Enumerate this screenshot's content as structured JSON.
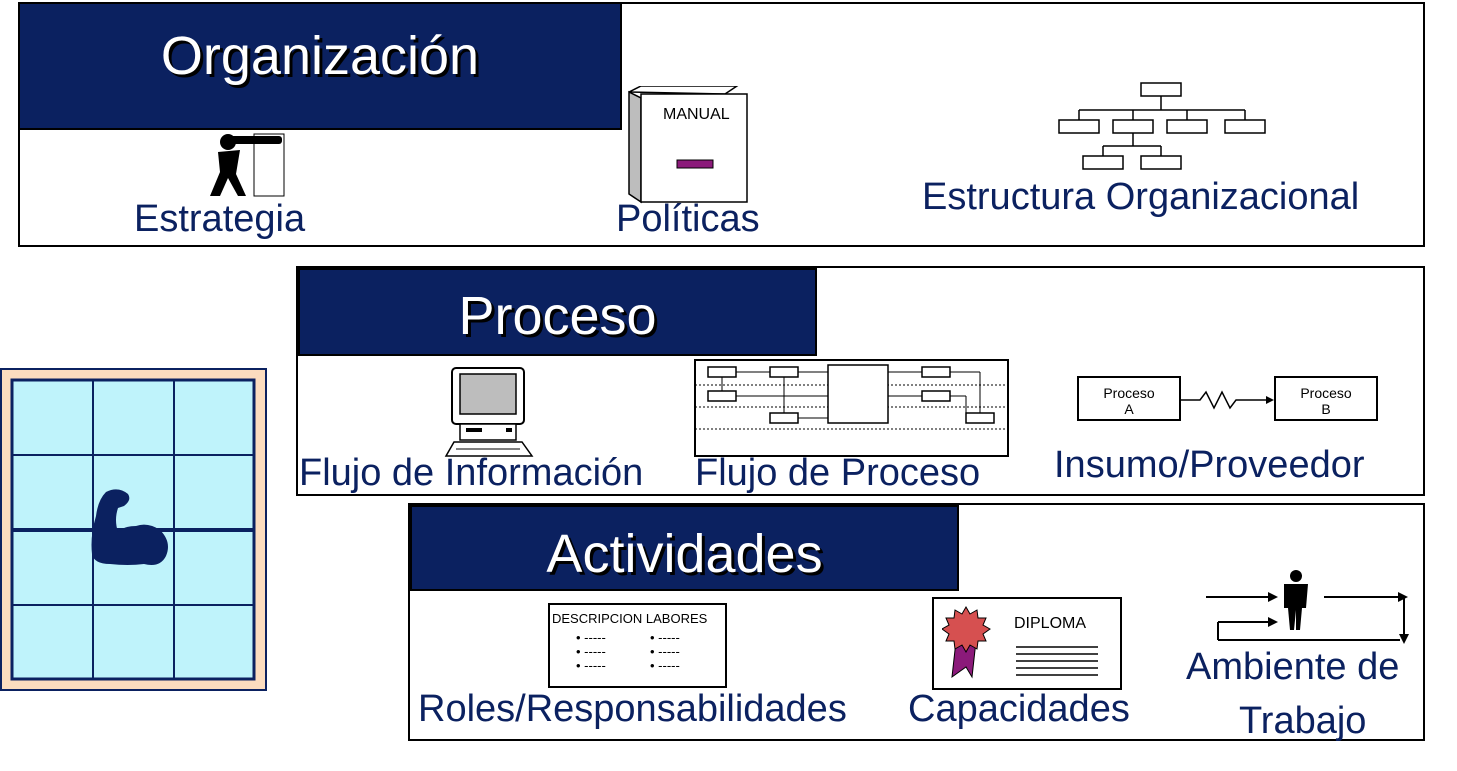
{
  "colors": {
    "banner": "#0b2160",
    "label": "#0b2160",
    "grid_fill": "#bff3fb",
    "grid_frame": "#fbdcbf",
    "manual_bar": "#8b1a7a",
    "seal": "#d65050",
    "ribbon": "#8b1a7a"
  },
  "organizacion": {
    "title": "Organización",
    "estrategia": "Estrategia",
    "politicas": "Políticas",
    "manual": "MANUAL",
    "estructura": "Estructura Organizacional"
  },
  "proceso": {
    "title": "Proceso",
    "flujo_info": "Flujo de Información",
    "flujo_proceso": "Flujo de Proceso",
    "insumo": "Insumo/Proveedor",
    "proceso_a_line1": "Proceso",
    "proceso_a_line2": "A",
    "proceso_b_line1": "Proceso",
    "proceso_b_line2": "B"
  },
  "actividades": {
    "title": "Actividades",
    "desc_header": "DESCRIPCION LABORES",
    "bullet": "• -----",
    "roles": "Roles/Responsabilidades",
    "diploma": "DIPLOMA",
    "capacidades": "Capacidades",
    "ambiente_line1": "Ambiente de",
    "ambiente_line2": "Trabajo"
  },
  "icons": [
    "binoculars-person-icon",
    "manual-book-icon",
    "org-chart-icon",
    "computer-icon",
    "process-flow-icon",
    "strong-arm-icon",
    "diploma-seal-icon",
    "person-cycle-icon"
  ]
}
